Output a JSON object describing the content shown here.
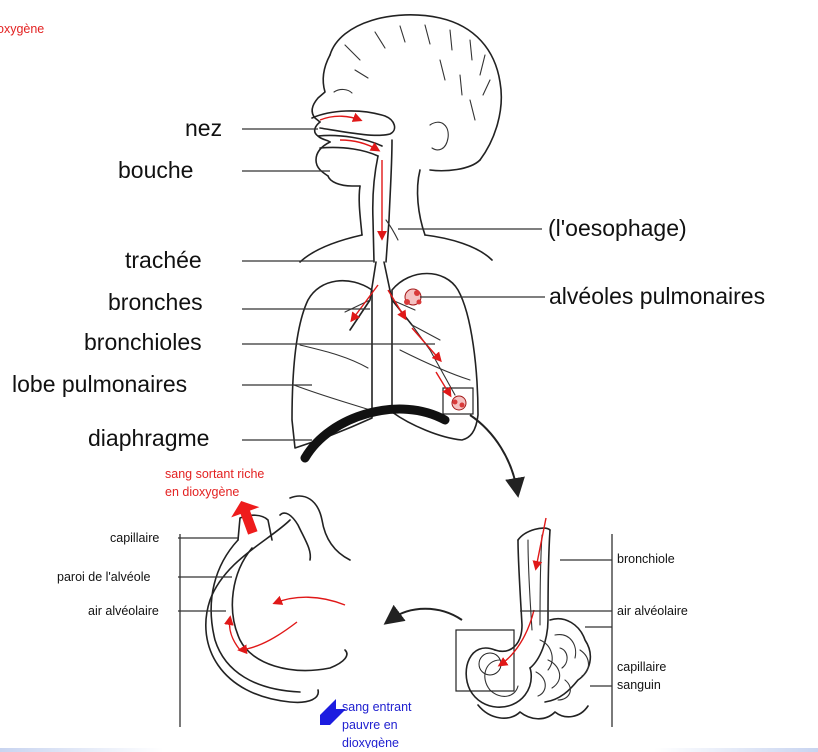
{
  "partial_label": "oxygène",
  "labels": {
    "nez": "nez",
    "bouche": "bouche",
    "oesophage": "(l'oesophage)",
    "trachee": "trachée",
    "alveoles": "alvéoles pulmonaires",
    "bronches": "bronches",
    "bronchioles": "bronchioles",
    "lobe": "lobe pulmonaires",
    "diaphragme": "diaphragme"
  },
  "alveole_detail": {
    "sang_sortant": [
      "sang sortant riche",
      "en dioxygène"
    ],
    "capillaire": "capillaire",
    "paroi": "paroi de l'alvéole",
    "air": "air alvéolaire",
    "sang_entrant": [
      "sang entrant",
      "pauvre en",
      "dioxygène"
    ]
  },
  "bronchiole_detail": {
    "bronchiole": "bronchiole",
    "air": "air alvéolaire",
    "capillaire": [
      "capillaire",
      "sanguin"
    ]
  },
  "colors": {
    "air_flow": "#e01818",
    "oxygenated_arrow": "#ee1c1c",
    "deoxygenated_arrow": "#1c1ce0",
    "ink": "#222222"
  }
}
